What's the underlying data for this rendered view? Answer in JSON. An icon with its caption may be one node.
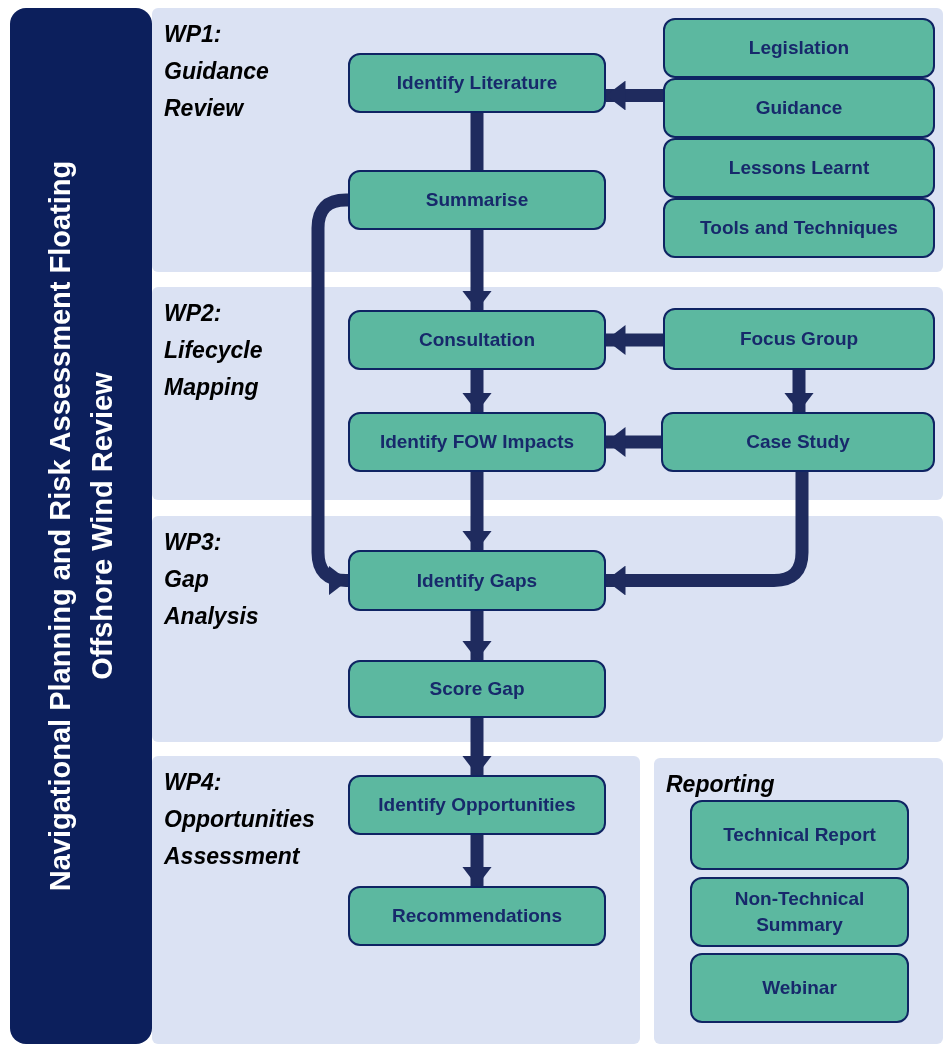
{
  "diagram": {
    "nodes": [
      {
        "text": [
          "Navigational Planning and Risk Assessment Floating Offshore Wind Review"
        ]
      },
      {
        "text": [
          "WP1: Guidance Review"
        ]
      },
      {
        "text": [
          "Identify Literature"
        ],
        "in": 1
      },
      {
        "text": [
          "Legislation"
        ],
        "in": 1
      },
      {
        "text": [
          "Guidance"
        ],
        "in": 1
      },
      {
        "text": [
          "Lessons Learnt"
        ],
        "in": 1
      },
      {
        "text": [
          "Tools and Techniques"
        ],
        "in": 1
      },
      {
        "text": [
          "Summarise"
        ],
        "in": 1
      },
      {
        "text": [
          "WP2: Lifecycle Mapping"
        ]
      },
      {
        "text": [
          "Consultation"
        ],
        "in": 8
      },
      {
        "text": [
          "Focus Group"
        ],
        "in": 8
      },
      {
        "text": [
          "Identify FOW Impacts"
        ],
        "in": 8
      },
      {
        "text": [
          "Case Study"
        ],
        "in": 8
      },
      {
        "text": [
          "WP3: Gap Analysis"
        ]
      },
      {
        "text": [
          "Identify Gaps"
        ],
        "in": 13
      },
      {
        "text": [
          "Score Gap"
        ],
        "in": 13
      },
      {
        "text": [
          "WP4: Opportunities Assessment"
        ]
      },
      {
        "text": [
          "Identify Opportunities"
        ],
        "in": 16
      },
      {
        "text": [
          "Recommendations"
        ],
        "in": 16
      },
      {
        "text": [
          "Reporting"
        ]
      },
      {
        "text": [
          "Technical Report"
        ],
        "in": 19
      },
      {
        "text": [
          "Non-Technical Summary"
        ],
        "in": 19
      },
      {
        "text": [
          "Webinar"
        ],
        "in": 19
      }
    ],
    "edges": [
      {
        "from": 2,
        "to": 7,
        "arrow": "none"
      },
      {
        "from": 4,
        "to": 2,
        "arrow": "to"
      },
      {
        "from": 7,
        "to": 14,
        "arrow": "to"
      },
      {
        "from": 7,
        "to": 9,
        "arrow": "to"
      },
      {
        "from": 10,
        "to": 9,
        "arrow": "to"
      },
      {
        "from": 9,
        "to": 11,
        "arrow": "to"
      },
      {
        "from": 10,
        "to": 12,
        "arrow": "to"
      },
      {
        "from": 12,
        "to": 11,
        "arrow": "to"
      },
      {
        "from": 11,
        "to": 14,
        "arrow": "to"
      },
      {
        "from": 12,
        "to": 14,
        "arrow": "to"
      },
      {
        "from": 14,
        "to": 15,
        "arrow": "to"
      },
      {
        "from": 15,
        "to": 17,
        "arrow": "to"
      },
      {
        "from": 17,
        "to": 18,
        "arrow": "to"
      }
    ]
  }
}
